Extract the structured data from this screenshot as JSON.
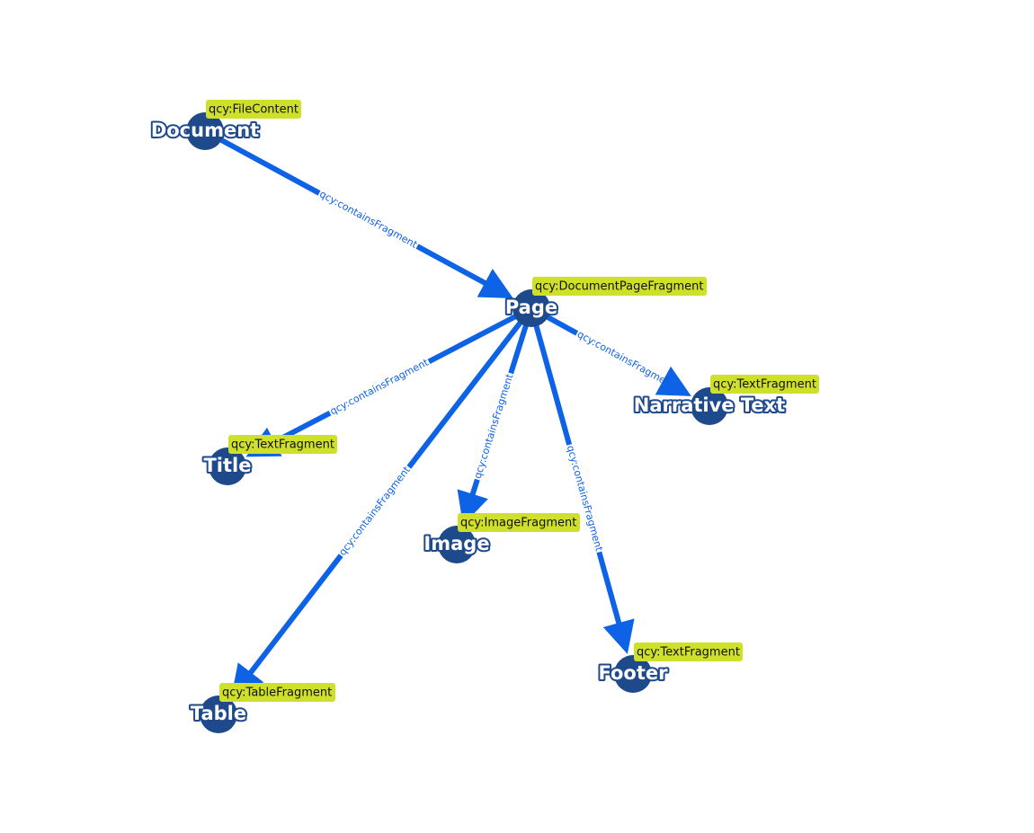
{
  "colors": {
    "edge": "#0d62e6",
    "node_fill": "#1e4a8c",
    "node_label_outline": "#1e4a8c",
    "type_badge_bg": "#cfe02a",
    "type_badge_text": "#111111",
    "background": "#ffffff"
  },
  "nodes": [
    {
      "id": "document",
      "label": "Document",
      "type": "qcy:FileContent"
    },
    {
      "id": "page",
      "label": "Page",
      "type": "qcy:DocumentPageFragment"
    },
    {
      "id": "narrative",
      "label": "Narrative Text",
      "type": "qcy:TextFragment"
    },
    {
      "id": "title",
      "label": "Title",
      "type": "qcy:TextFragment"
    },
    {
      "id": "image",
      "label": "Image",
      "type": "qcy:ImageFragment"
    },
    {
      "id": "footer",
      "label": "Footer",
      "type": "qcy:TextFragment"
    },
    {
      "id": "table",
      "label": "Table",
      "type": "qcy:TableFragment"
    }
  ],
  "edges": [
    {
      "from": "document",
      "to": "page",
      "label": "qcy:containsFragment"
    },
    {
      "from": "page",
      "to": "narrative",
      "label": "qcy:containsFragment"
    },
    {
      "from": "page",
      "to": "title",
      "label": "qcy:containsFragment"
    },
    {
      "from": "page",
      "to": "image",
      "label": "qcy:containsFragment"
    },
    {
      "from": "page",
      "to": "footer",
      "label": "qcy:containsFragment"
    },
    {
      "from": "page",
      "to": "table",
      "label": "qcy:containsFragment"
    }
  ]
}
